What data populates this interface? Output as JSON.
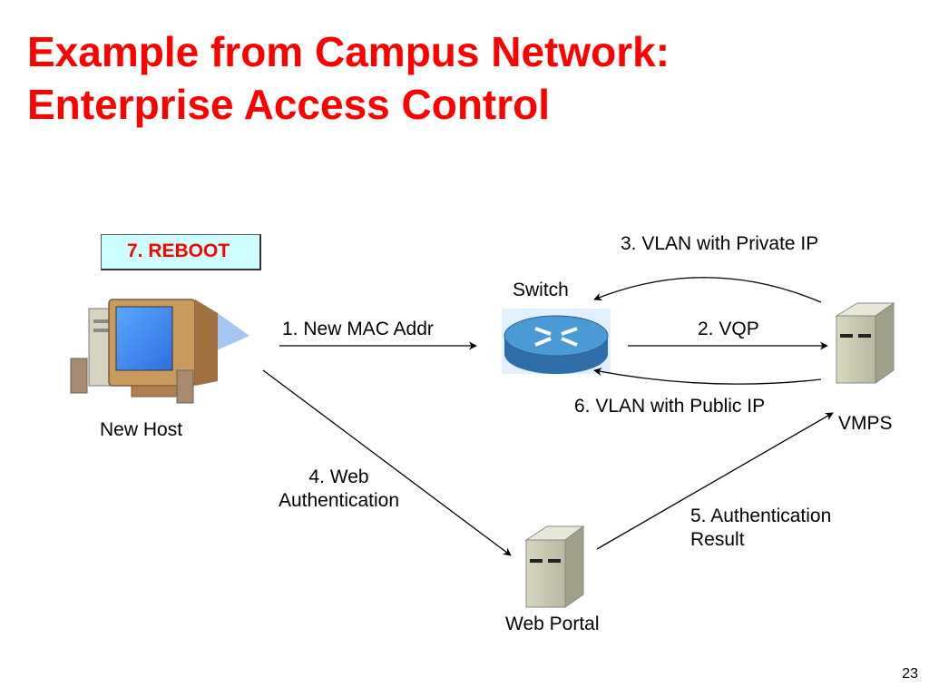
{
  "slide": {
    "title_line1": "Example from Campus Network:",
    "title_line2": "Enterprise Access Control",
    "page_number": "23"
  },
  "nodes": {
    "new_host": "New Host",
    "switch": "Switch",
    "vmps": "VMPS",
    "web_portal": "Web Portal"
  },
  "steps": {
    "step1": "1. New MAC Addr",
    "step2": "2. VQP",
    "step3": "3. VLAN with Private IP",
    "step4_line1": "4. Web",
    "step4_line2": "Authentication",
    "step5_line1": "5. Authentication",
    "step5_line2": "Result",
    "step6": "6. VLAN with Public IP",
    "step7": "7. REBOOT"
  },
  "icons": {
    "host": "desktop-computer-icon",
    "switch": "switch-router-icon",
    "server": "server-tower-icon"
  },
  "colors": {
    "title": "#ff0000",
    "reboot_box": "#ccffff",
    "switch_blue": "#3a88c0"
  }
}
